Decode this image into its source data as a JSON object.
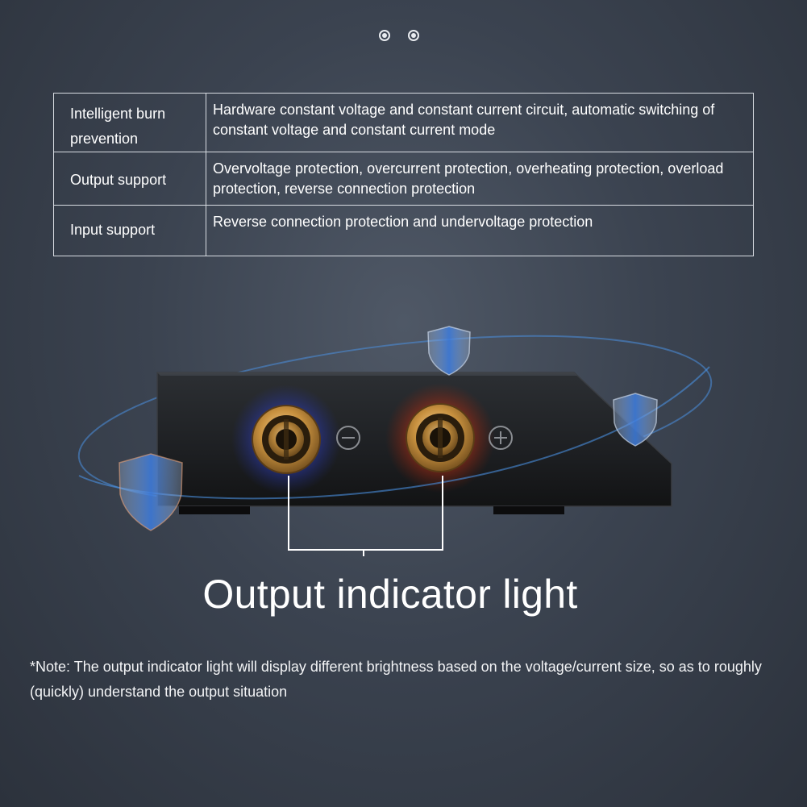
{
  "pager": {
    "count": 2
  },
  "spec_table": {
    "rows": [
      {
        "label": "Intelligent burn prevention",
        "value": "Hardware constant voltage and constant current circuit, automatic switching of constant voltage and constant current mode"
      },
      {
        "label": "Output support",
        "value": "Overvoltage protection, overcurrent protection, overheating protection, overload protection, reverse connection protection"
      },
      {
        "label": "Input support",
        "value": "Reverse connection protection and undervoltage protection"
      }
    ]
  },
  "device": {
    "terminals": [
      {
        "polarity": "negative",
        "glow_color": "#3a5cff",
        "icon": "minus-icon"
      },
      {
        "polarity": "positive",
        "glow_color": "#ff4a1c",
        "icon": "plus-icon"
      }
    ],
    "shield_icon": "shield-icon",
    "orbit_color": "#4a8fe0"
  },
  "headline": "Output indicator light",
  "note": "*Note: The output indicator light will display different brightness based on the voltage/current size, so as to roughly (quickly) understand the output situation"
}
